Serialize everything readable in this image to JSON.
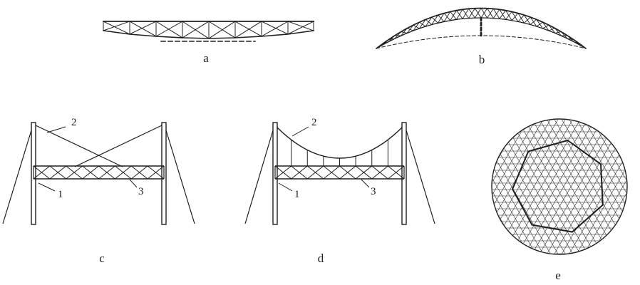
{
  "colors": {
    "ink": "#1f1f1f",
    "background": "#ffffff"
  },
  "figures": {
    "a": {
      "label": "a"
    },
    "b": {
      "label": "b"
    },
    "c": {
      "label": "c",
      "callouts": {
        "cable": "2",
        "mast": "1",
        "truss": "3"
      }
    },
    "d": {
      "label": "d",
      "callouts": {
        "cable": "2",
        "mast": "1",
        "truss": "3"
      }
    },
    "e": {
      "label": "e"
    }
  }
}
